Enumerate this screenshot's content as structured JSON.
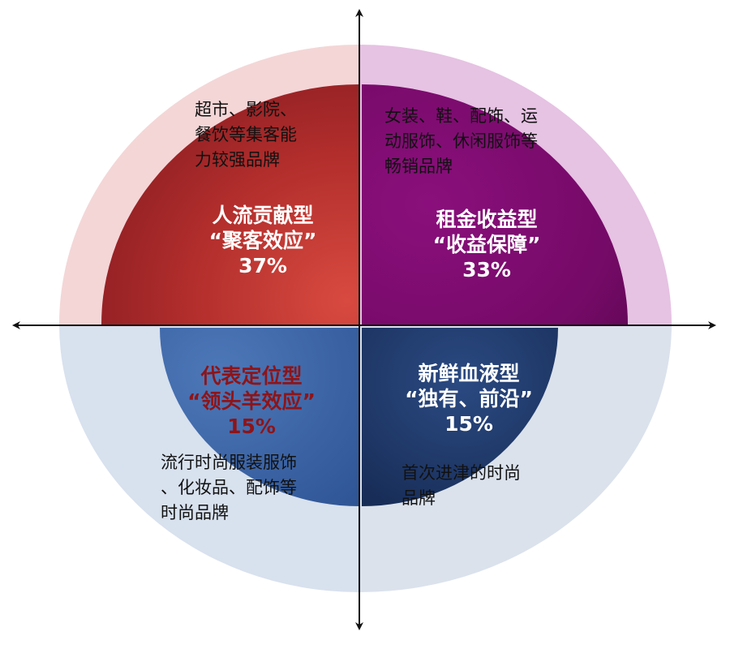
{
  "quadrants": [
    {
      "id": "top-left",
      "title": "人流贡献型",
      "subtitle": "“聚客效应”",
      "percent": "37%",
      "share": 0.37,
      "color": "#b22e2c",
      "description": [
        "超市、影院、",
        "餐饮等集客能",
        "力较强品牌"
      ]
    },
    {
      "id": "top-right",
      "title": "租金收益型",
      "subtitle": "“收益保障”",
      "percent": "33%",
      "share": 0.33,
      "color": "#7d0a6e",
      "description": [
        "女装、鞋、配饰、运",
        "动服饰、休闲服饰等",
        "畅销品牌"
      ]
    },
    {
      "id": "bottom-left",
      "title": "代表定位型",
      "subtitle": "“领头羊效应”",
      "percent": "15%",
      "share": 0.15,
      "color": "#3d66a8",
      "description": [
        "流行时尚服装服饰",
        "、化妆品、配饰等",
        "时尚品牌"
      ]
    },
    {
      "id": "bottom-right",
      "title": "新鲜血液型",
      "subtitle": "“独有、前沿”",
      "percent": "15%",
      "share": 0.15,
      "color": "#1c3466",
      "description": [
        "首次进津的时尚",
        "品牌"
      ]
    }
  ],
  "outer_ring_colors": {
    "top-left": "#f4d6d7",
    "top-right": "#e6c2e3",
    "bottom-left": "#d8e1ee",
    "bottom-right": "#dbe2ec"
  }
}
